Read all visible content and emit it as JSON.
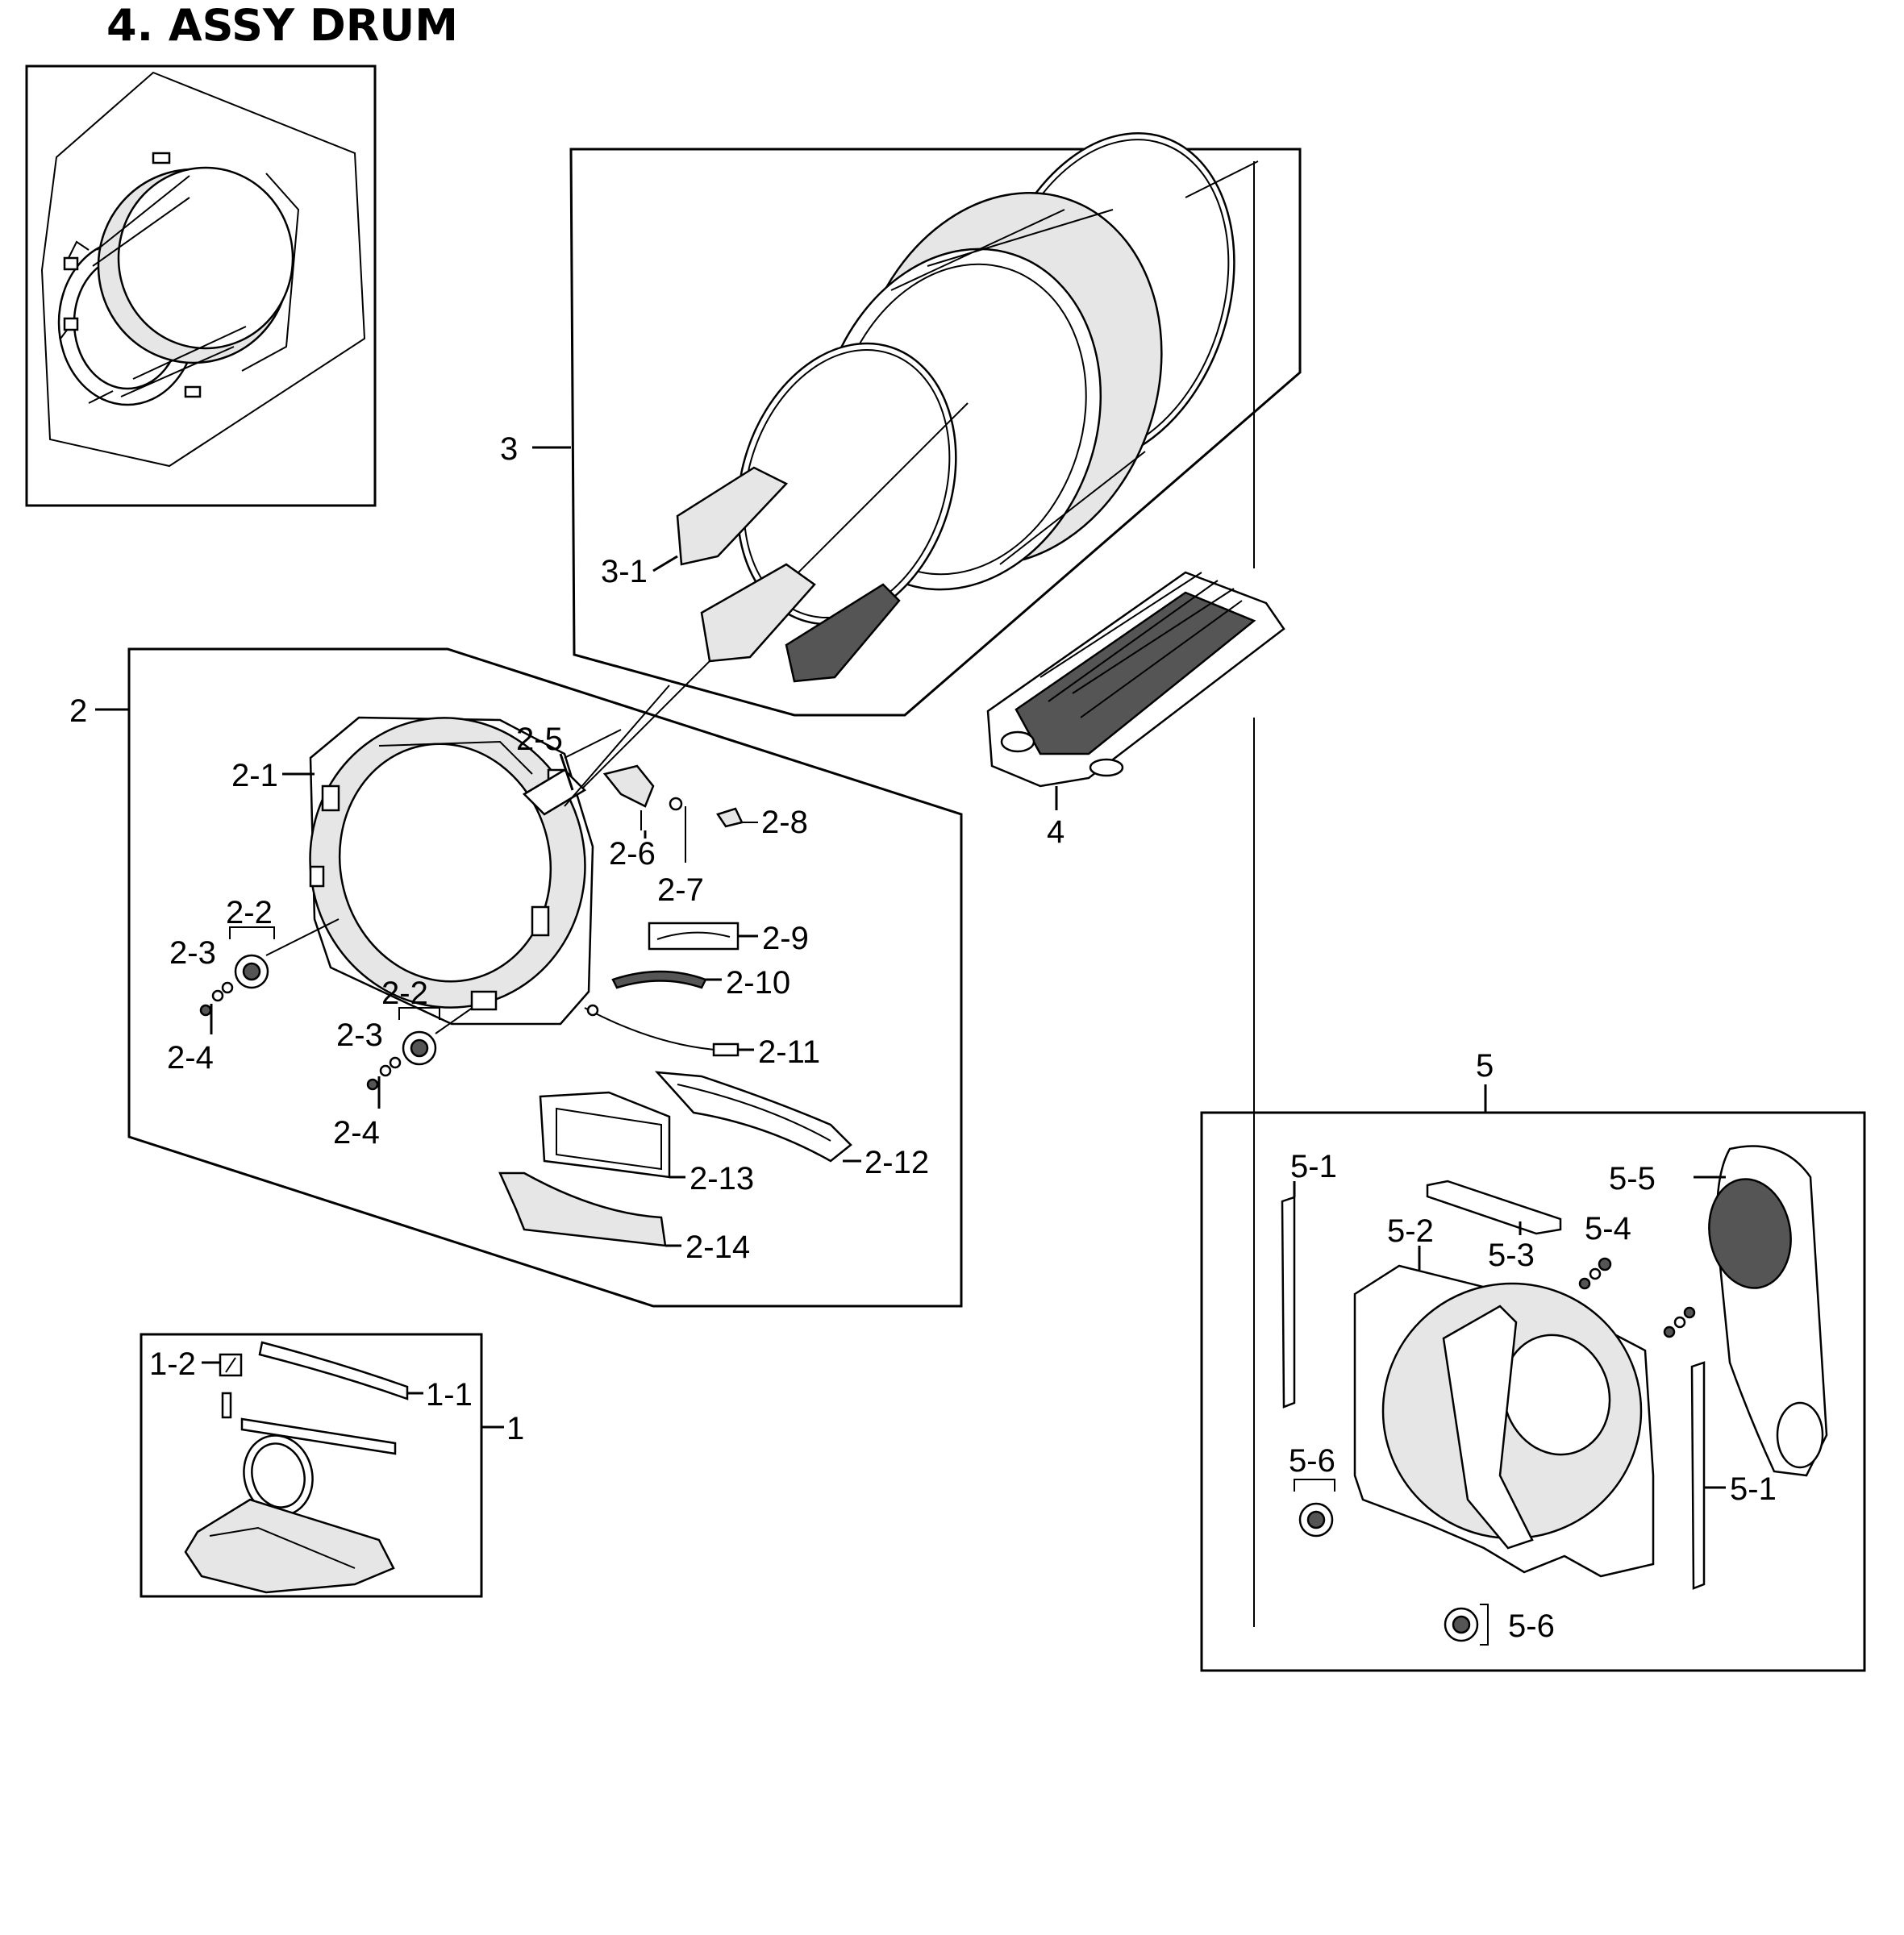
{
  "title": "4. ASSY DRUM",
  "groups": [
    {
      "id": "group-1",
      "label": "1"
    },
    {
      "id": "group-2",
      "label": "2"
    },
    {
      "id": "group-3",
      "label": "3"
    },
    {
      "id": "group-4",
      "label": "4"
    },
    {
      "id": "group-5",
      "label": "5"
    }
  ],
  "callouts": {
    "c1_1": "1-1",
    "c1_2": "1-2",
    "c2_1": "2-1",
    "c2_2a": "2-2",
    "c2_2b": "2-2",
    "c2_3a": "2-3",
    "c2_3b": "2-3",
    "c2_4a": "2-4",
    "c2_4b": "2-4",
    "c2_5": "2-5",
    "c2_6": "2-6",
    "c2_7": "2-7",
    "c2_8": "2-8",
    "c2_9": "2-9",
    "c2_10": "2-10",
    "c2_11": "2-11",
    "c2_12": "2-12",
    "c2_13": "2-13",
    "c2_14": "2-14",
    "c3_1": "3-1",
    "c5_1a": "5-1",
    "c5_1b": "5-1",
    "c5_2": "5-2",
    "c5_3": "5-3",
    "c5_4": "5-4",
    "c5_5": "5-5",
    "c5_6a": "5-6",
    "c5_6b": "5-6"
  }
}
